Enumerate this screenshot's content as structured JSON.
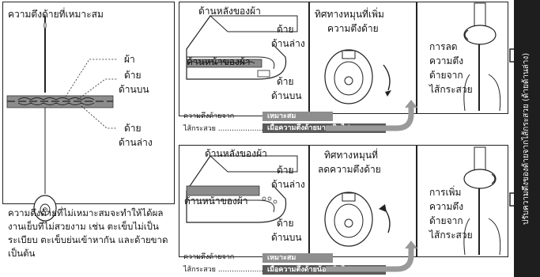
{
  "left_panel": {
    "title": "ความตึงด้ายที่เหมาะสม",
    "label_fabric": "ผ้า",
    "label_top_thread_1": "ด้าย",
    "label_top_thread_2": "ด้านบน",
    "label_bottom_thread_1": "ด้าย",
    "label_bottom_thread_2": "ด้านล่าง",
    "paragraph": "ความตึงด้ายที่ไม่เหมาะสมจะทำให้ได้ผลงานเย็บที่ไม่สวยงาม เช่น ตะเข็บไม่เป็นระเบียบ ตะเข็บย่นเข้าหากัน และด้ายขาด เป็นต้น"
  },
  "top_row": {
    "fabric_back": "ด้านหลังของผ้า",
    "fabric_front": "ด้านหน้าของผ้า",
    "bottom_thread_1": "ด้าย",
    "bottom_thread_2": "ด้านล่าง",
    "top_thread_1": "ด้าย",
    "top_thread_2": "ด้านบน",
    "rotation_1": "ทิศทางหมุนที่เพิ่ม",
    "rotation_2": "ความตึงด้าย",
    "action_1": "การลด",
    "action_2": "ความตึง",
    "action_3": "ด้ายจาก",
    "action_4": "ไส้กระสวย",
    "caption_1": "ความตึงด้ายจาก",
    "caption_2": "ไส้กระสวย ......................",
    "bar_ok": "เหมาะสม",
    "bar_state": "เมื่อความตึงด้ายมากเกินไป"
  },
  "bottom_row": {
    "fabric_back": "ด้านหลังของผ้า",
    "fabric_front": "ด้านหน้าของผ้า",
    "bottom_thread_1": "ด้าย",
    "bottom_thread_2": "ด้านล่าง",
    "top_thread_1": "ด้าย",
    "top_thread_2": "ด้านบน",
    "rotation_1": "ทิศทางหมุนที่",
    "rotation_2": "ลดความตึงด้าย",
    "action_1": "การเพิ่ม",
    "action_2": "ความตึง",
    "action_3": "ด้ายจาก",
    "action_4": "ไส้กระสวย",
    "caption_1": "ความตึงด้ายจาก",
    "caption_2": "ไส้กระสวย ......................",
    "bar_ok": "เหมาะสม",
    "bar_state": "เมื่อความตึงด้ายน้อยเกินไป"
  },
  "sidebar": {
    "text": "ปรับความตึงของด้ายจากไส้กระสวย (ด้ายด้านล่าง)"
  },
  "colors": {
    "sidebar_bg": "#1e1e1e",
    "bar_dark": "#5a5a5a",
    "bar_light": "#8e8e8e"
  }
}
